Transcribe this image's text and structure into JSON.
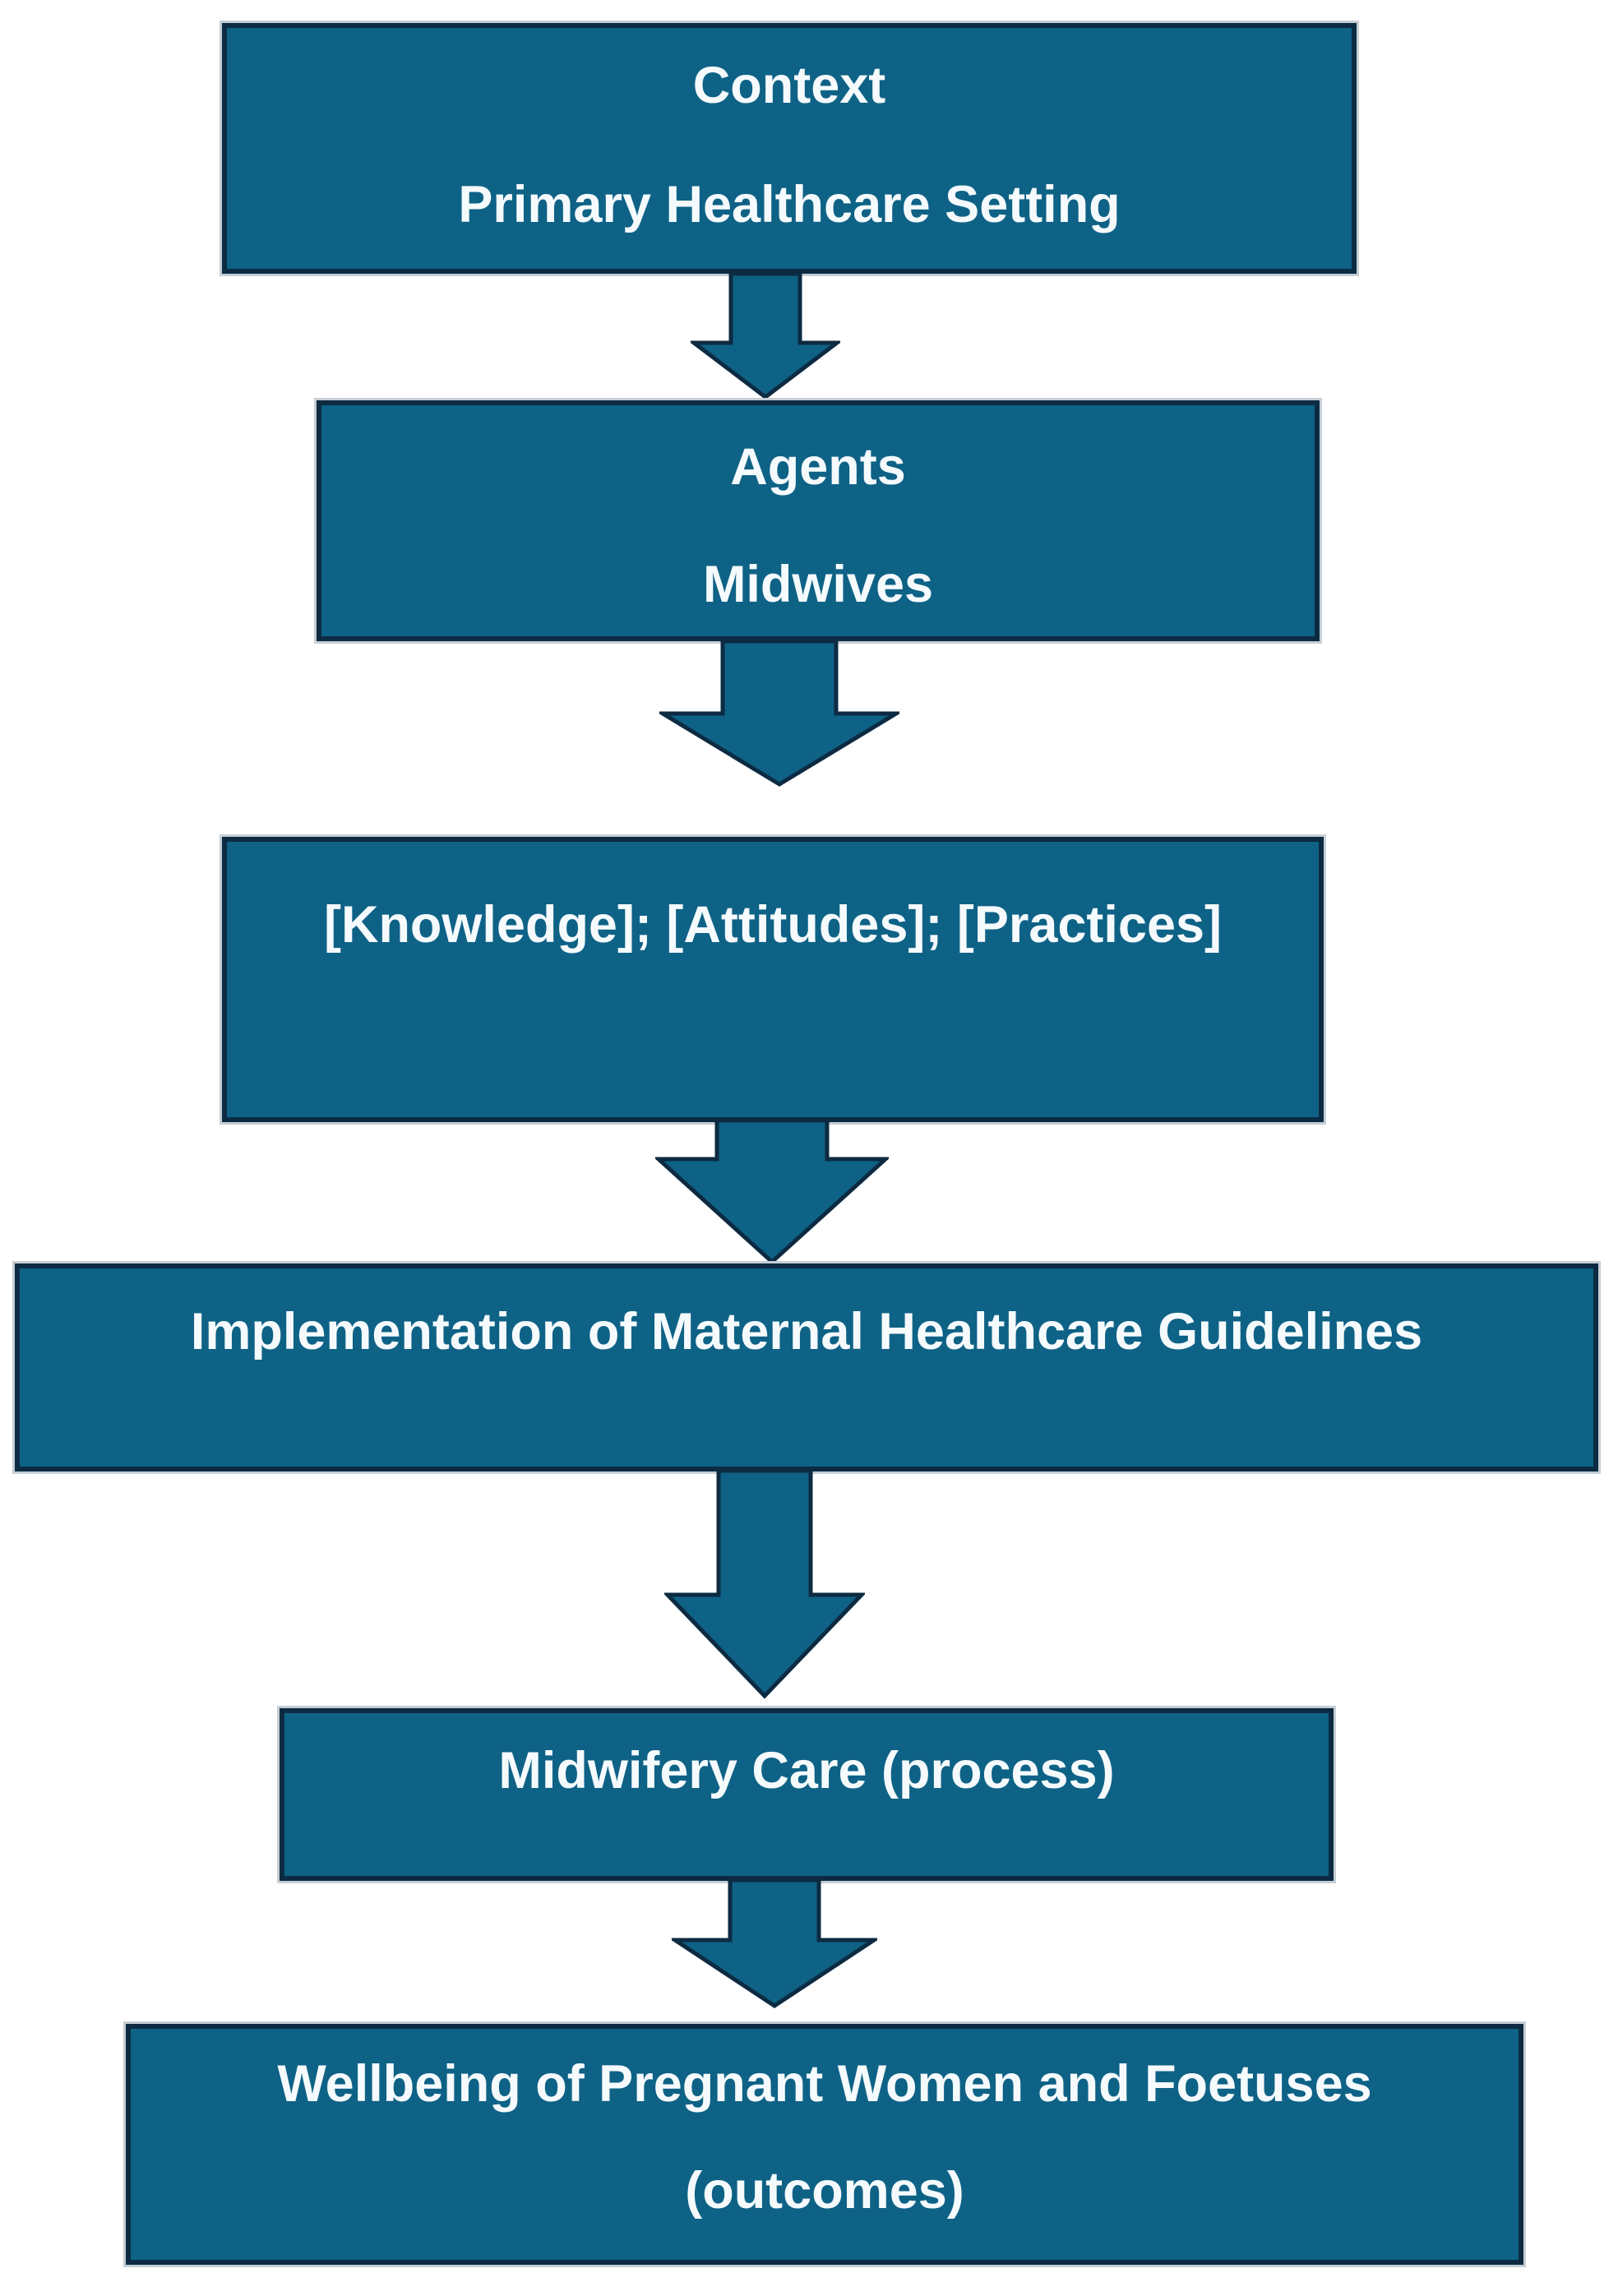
{
  "figure": {
    "title": "Flowchart: implementation of maternal healthcare guidelines by midwives in a primary healthcare setting",
    "colors": {
      "box_fill": "#0E6286",
      "box_border": "#0C2B42",
      "box_halo": "#C6CED4",
      "text_color": "#F5FAFC",
      "bg": "#FFFFFF"
    },
    "boxes": [
      {
        "id": "context",
        "lines": [
          "Context",
          "Primary Healthcare Setting"
        ]
      },
      {
        "id": "agents",
        "lines": [
          "Agents",
          "Midwives"
        ]
      },
      {
        "id": "knowledge-attitudes-practices",
        "lines": [
          "[Knowledge]; [Attitudes]; [Practices]"
        ]
      },
      {
        "id": "implementation",
        "lines": [
          "Implementation of Maternal Healthcare Guidelines"
        ]
      },
      {
        "id": "midwifery-care",
        "lines": [
          "Midwifery Care (process)"
        ]
      },
      {
        "id": "wellbeing",
        "lines": [
          "Wellbeing of Pregnant Women and Foetuses",
          "(outcomes)"
        ]
      }
    ],
    "connectors": [
      {
        "id": "context-to-agents",
        "icon": "down-arrow-icon"
      },
      {
        "id": "agents-to-kap",
        "icon": "down-arrow-icon"
      },
      {
        "id": "kap-to-implementation",
        "icon": "down-arrow-icon"
      },
      {
        "id": "implementation-to-midwifery-care",
        "icon": "down-arrow-icon"
      },
      {
        "id": "midwifery-care-to-wellbeing",
        "icon": "down-arrow-icon"
      }
    ]
  }
}
